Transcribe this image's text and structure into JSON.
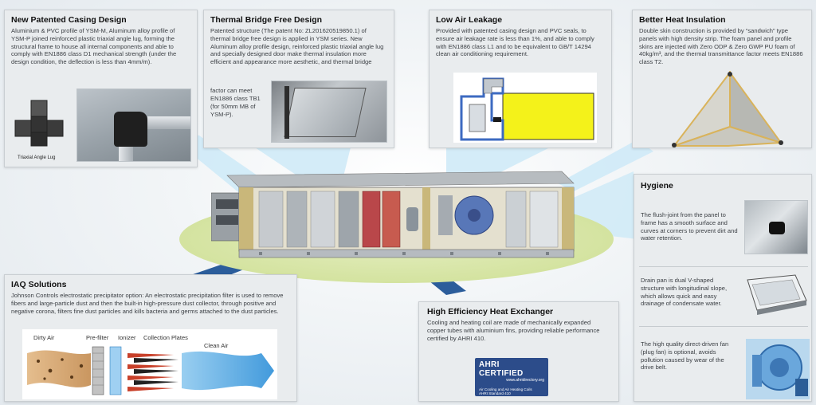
{
  "casing": {
    "title": "New Patented Casing Design",
    "body": "Aluminium & PVC profile of YSM-M, Aluminum alloy profile of YSM-P joined reinforced plastic triaxial angle lug, forming the structural frame to house all internal components and able to comply with EN1886 class D1 mechanical strength (under the design condition, the deflection is less than 4mm/m).",
    "caption": "Triaxial Angle Lug"
  },
  "thermal": {
    "title": "Thermal Bridge Free Design",
    "body_top": "Patented structure (The patent No: ZL201620519850.1) of thermal bridge free design is applied in YSM series. New Aluminum alloy profile design, reinforced plastic triaxial angle lug and specially designed door make thermal insulation more efficient and appearance more aesthetic, and thermal bridge",
    "body_side": "factor can meet EN1886 class TB1 (for 50mm MB of YSM-P)."
  },
  "leakage": {
    "title": "Low Air Leakage",
    "body": "Provided with patented casing design and PVC seals, to ensure air leakage rate is less than 1%, and able to comply with EN1886 class L1 and to be equivalent to GB/T 14294 clean air conditioning requirement."
  },
  "insulation": {
    "title": "Better Heat Insulation",
    "body": "Double skin construction is provided by “sandwich” type panels with high density strip. The foam panel and profile skins are injected with Zero ODP & Zero GWP PU foam of 40kg/m³, and the thermal transmittance factor meets EN1886 class T2."
  },
  "hygiene": {
    "title": "Hygiene",
    "item1": "The flush-joint from the panel to frame has a smooth surface and curves at corners to prevent dirt and water retention.",
    "item2": "Drain pan is dual V-shaped structure with longitudinal slope, which allows quick and easy drainage of condensate water.",
    "item3": "The high quality direct-driven fan (plug fan) is optional, avoids pollution caused by wear of the drive belt."
  },
  "iaq": {
    "title": "IAQ Solutions",
    "body": "Johnson Controls electrostatic precipitator option: An electrostatic precipitation filter is used to remove fibers and large-particle dust and then the built-in high-pressure dust collector, through positive and negative corona, filters fine dust particles and kills bacteria and germs attached to the dust particles.",
    "labels": {
      "dirty_air": "Dirty Air",
      "pre_filter": "Pre-filter",
      "ionizer": "Ionizer",
      "collection_plates": "Collection Plates",
      "clean_air": "Clean Air"
    }
  },
  "exchanger": {
    "title": "High Efficiency Heat Exchanger",
    "body": "Cooling and heating coil are made of mechanically expanded copper tubes with aluminium fins, providing reliable performance certified by AHRI 410.",
    "logo_text": "AHRI CERTIFIED",
    "logo_url": "www.ahridirectory.org",
    "logo_sub1": "Air Cooling and Air Heating Coils",
    "logo_sub2": "AHRI Standard 410"
  },
  "colors": {
    "panel_bg": "#e9ecee",
    "beam": "#bfe3f5",
    "beam_dark": "#2b5d9b",
    "ground": "#d8e6a8",
    "insulation_yellow": "#f4f21a",
    "ahri_blue": "#2c4c8a"
  }
}
